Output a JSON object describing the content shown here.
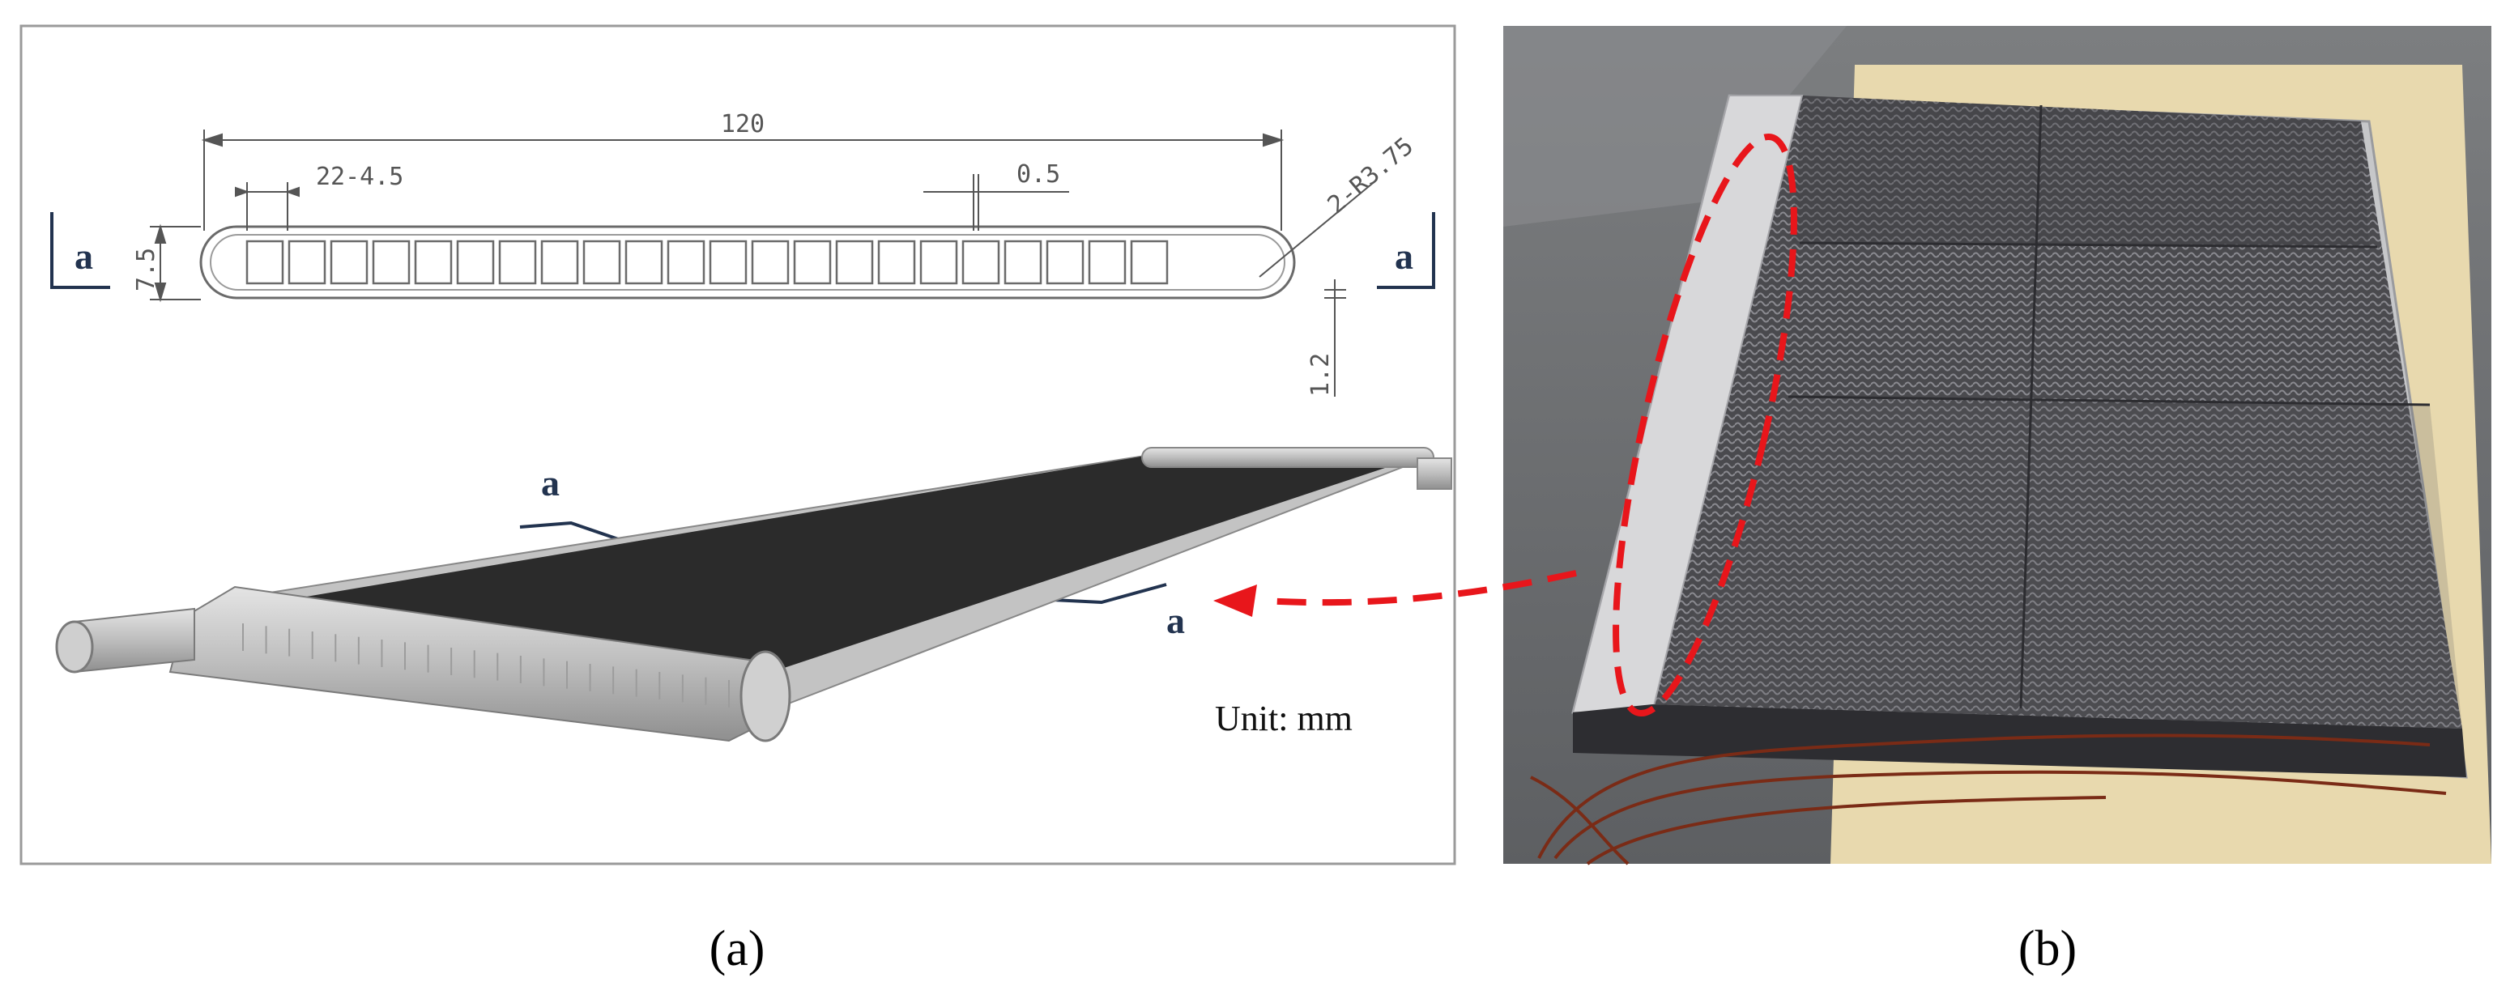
{
  "panel_a": {
    "dims": {
      "total_width": "120",
      "channels": "22-4.5",
      "wall": "0.5",
      "radius": "2-R3.75",
      "height": "7.5",
      "thickness": "1.2"
    },
    "section_label": "a",
    "unit_text": "Unit:  mm"
  },
  "captions": {
    "a": "(a)",
    "b": "(b)"
  },
  "colors": {
    "marker": "#e8161b",
    "section": "#22334f",
    "plate": "#2b2b2b"
  }
}
